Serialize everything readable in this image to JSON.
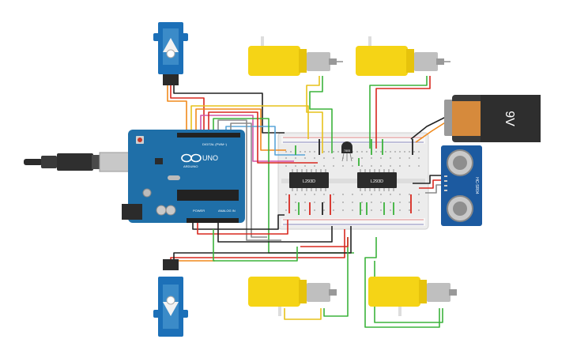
{
  "circuit": {
    "arduino": {
      "logo": "UNO",
      "brand": "ARDUINO",
      "header_digital": "DIGITAL (PWM~)",
      "header_power": "POWER",
      "header_analog": "ANALOG IN"
    },
    "battery": {
      "label": "9V"
    },
    "motor_drivers": [
      {
        "label": "L293D"
      },
      {
        "label": "L293D"
      }
    ],
    "regulator": {
      "label": "7805"
    },
    "ultrasonic": {
      "label": "HC-SR04"
    }
  },
  "colors": {
    "board": "#1f6fa8",
    "motor_yellow": "#f5d416",
    "battery_body": "#3a3a3a",
    "battery_cap": "#d68a3c",
    "servo_blue": "#1c70b8",
    "wire_red": "#d8281f",
    "wire_black": "#222222",
    "wire_green": "#3bb33b",
    "wire_orange": "#f08a1c",
    "wire_yellow": "#e7c21a",
    "wire_gray": "#8a8a8a",
    "wire_blue": "#5aa5d8",
    "wire_pink": "#d455a8",
    "breadboard": "#eeeeee"
  }
}
